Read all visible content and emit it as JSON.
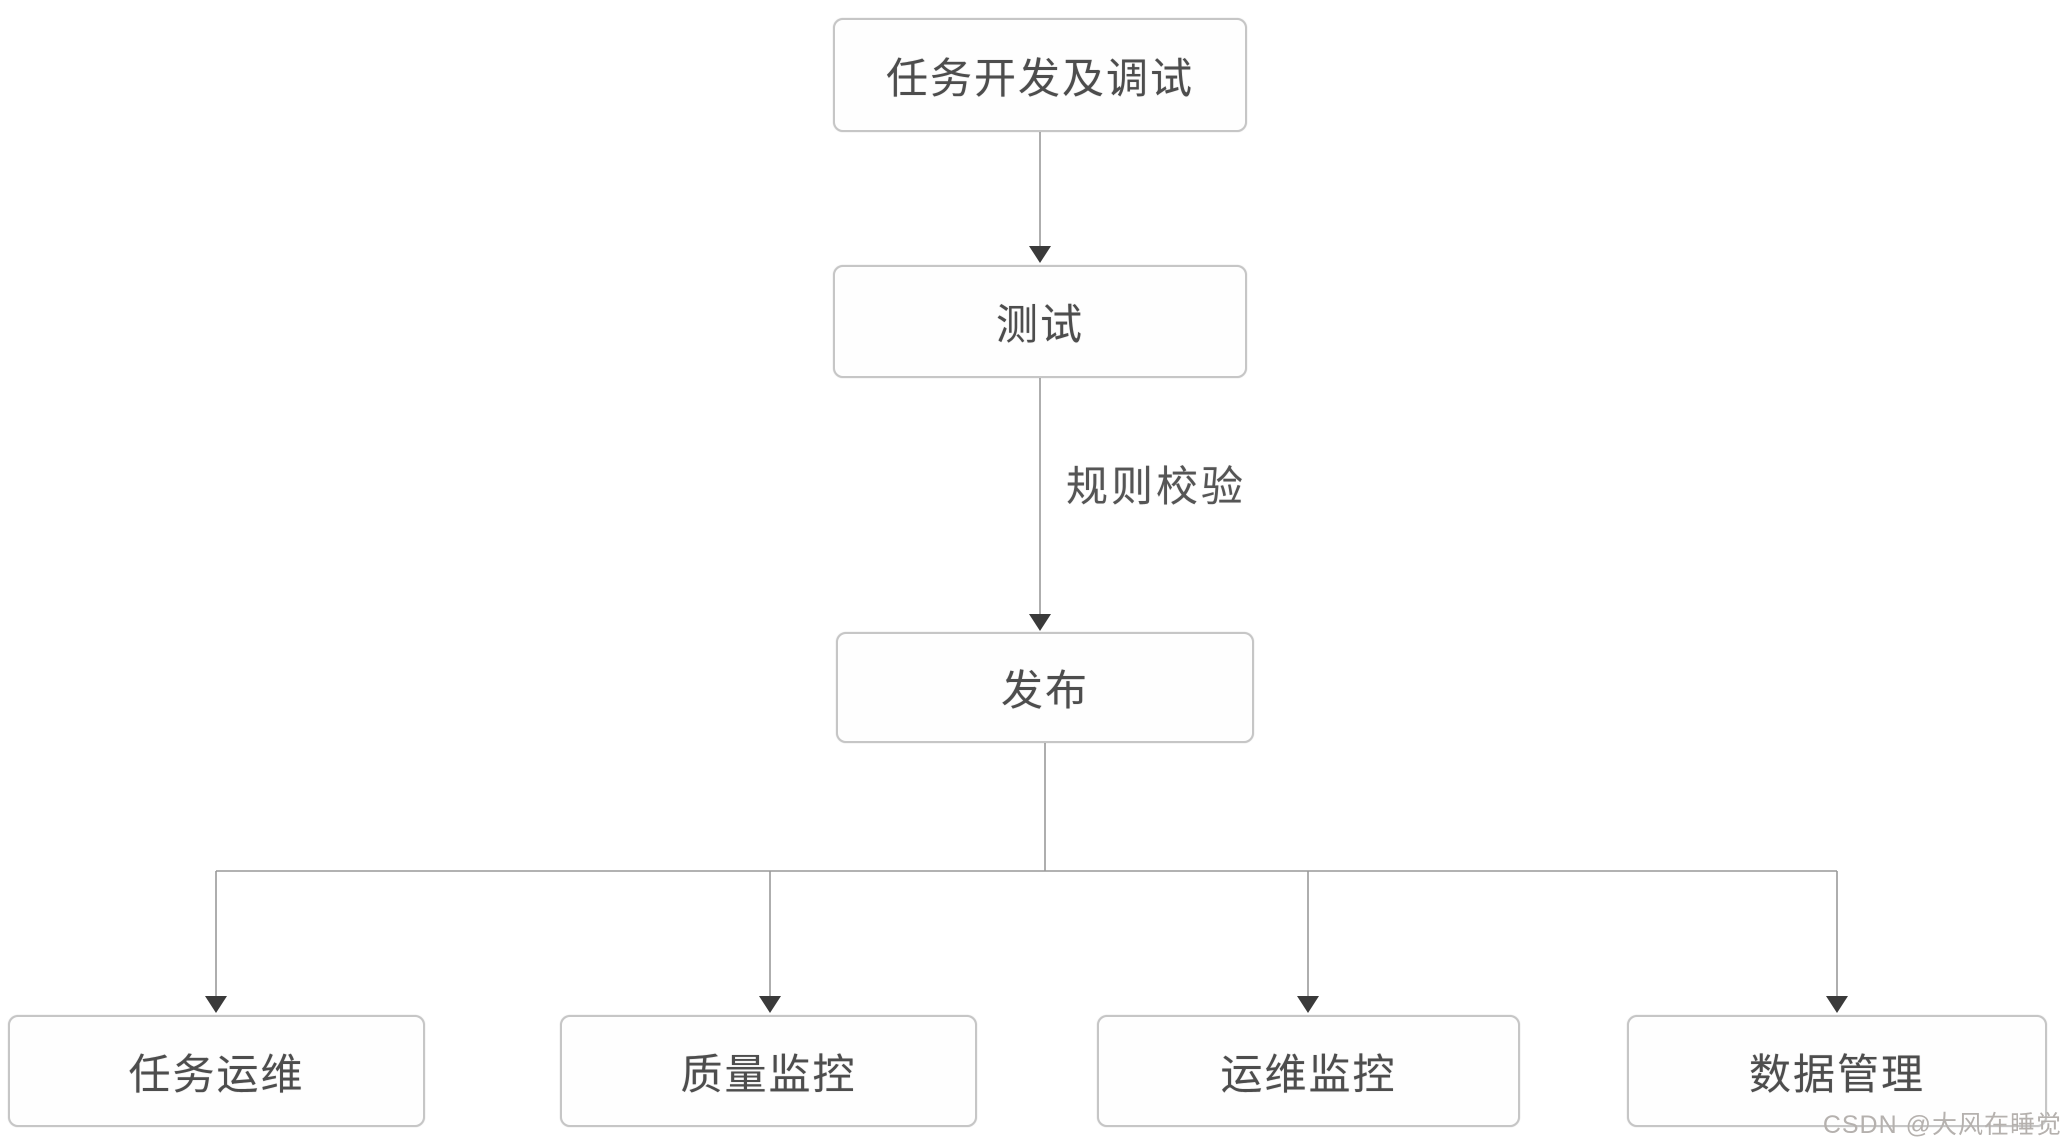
{
  "colors": {
    "background": "#ffffff",
    "box_border": "#c6c6c6",
    "box_text": "#4d4d4d",
    "line": "#999999",
    "arrowhead": "#3a3a3a",
    "watermark": "#b5b1ae"
  },
  "flowchart": {
    "nodes": [
      {
        "id": "task-dev",
        "label": "任务开发及调试"
      },
      {
        "id": "test",
        "label": "测试"
      },
      {
        "id": "publish",
        "label": "发布"
      },
      {
        "id": "task-ops",
        "label": "任务运维"
      },
      {
        "id": "quality-monitor",
        "label": "质量监控"
      },
      {
        "id": "ops-monitor",
        "label": "运维监控"
      },
      {
        "id": "data-mgmt",
        "label": "数据管理"
      }
    ],
    "edges": [
      {
        "from": "任务开发及调试",
        "to": "测试",
        "label": ""
      },
      {
        "from": "测试",
        "to": "发布",
        "label": "规则校验"
      },
      {
        "from": "发布",
        "to": "任务运维",
        "label": ""
      },
      {
        "from": "发布",
        "to": "质量监控",
        "label": ""
      },
      {
        "from": "发布",
        "to": "运维监控",
        "label": ""
      },
      {
        "from": "发布",
        "to": "数据管理",
        "label": ""
      }
    ]
  },
  "watermark": {
    "text": "CSDN @大风在睡觉"
  }
}
